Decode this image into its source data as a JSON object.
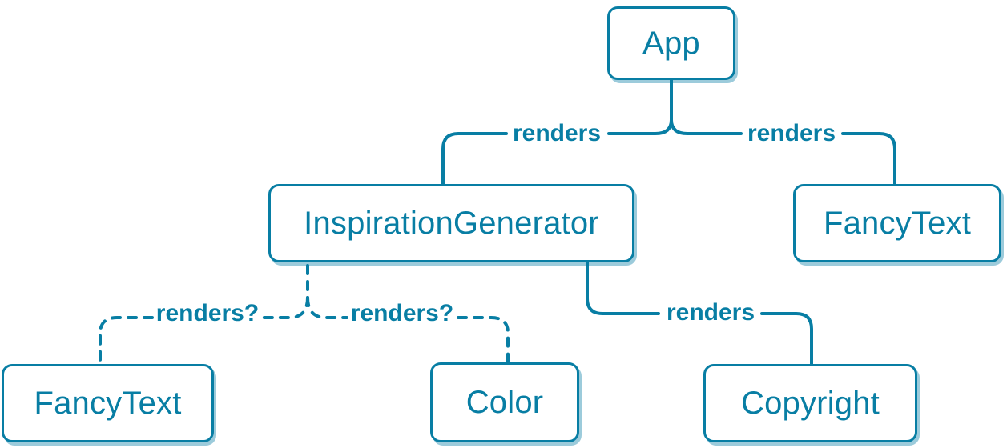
{
  "diagram_type": "component-render-tree",
  "colors": {
    "accent": "#087ea4",
    "node_background": "#ffffff",
    "shadow": "rgba(8,126,164,0.4)"
  },
  "nodes": {
    "app": {
      "label": "App"
    },
    "inspirationGenerator": {
      "label": "InspirationGenerator"
    },
    "fancyTextTop": {
      "label": "FancyText"
    },
    "fancyTextBottom": {
      "label": "FancyText"
    },
    "color": {
      "label": "Color"
    },
    "copyright": {
      "label": "Copyright"
    }
  },
  "edges": {
    "appToInspirationGenerator": {
      "label": "renders",
      "style": "solid"
    },
    "appToFancyText": {
      "label": "renders",
      "style": "solid"
    },
    "inspirationGeneratorToCopyright": {
      "label": "renders",
      "style": "solid"
    },
    "inspirationGeneratorToFancyText": {
      "label": "renders?",
      "style": "dashed"
    },
    "inspirationGeneratorToColor": {
      "label": "renders?",
      "style": "dashed"
    }
  }
}
